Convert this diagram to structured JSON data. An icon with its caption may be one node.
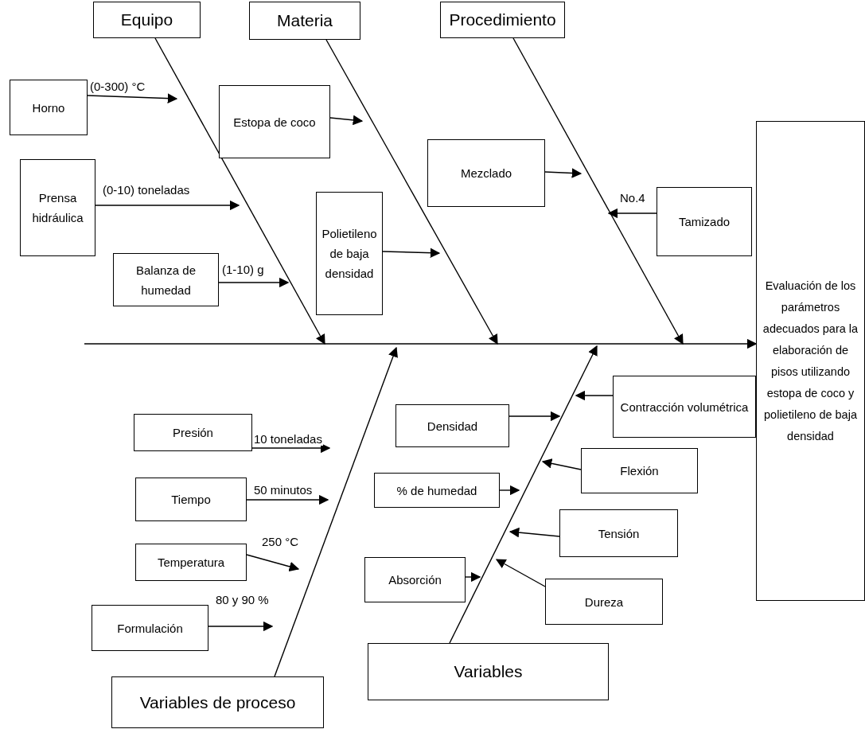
{
  "diagram": {
    "nodes": [
      {
        "text": [
          "Equipo"
        ]
      },
      {
        "text": [
          "Materia"
        ]
      },
      {
        "text": [
          "Procedimiento"
        ]
      },
      {
        "text": [
          "Horno"
        ]
      },
      {
        "text": [
          "Prensa hidráulica"
        ]
      },
      {
        "text": [
          "Balanza de humedad"
        ]
      },
      {
        "text": [
          "Estopa de coco"
        ]
      },
      {
        "text": [
          "Polietileno de baja densidad"
        ]
      },
      {
        "text": [
          "Mezclado"
        ]
      },
      {
        "text": [
          "Tamizado"
        ]
      },
      {
        "text": [
          "Evaluación de los parámetros adecuados para la elaboración de pisos utilizando estopa de coco y polietileno de baja densidad"
        ]
      },
      {
        "text": [
          "Contracción volumétrica"
        ]
      },
      {
        "text": [
          "Densidad"
        ]
      },
      {
        "text": [
          "Flexión"
        ]
      },
      {
        "text": [
          "% de humedad"
        ]
      },
      {
        "text": [
          "Tensión"
        ]
      },
      {
        "text": [
          "Absorción"
        ]
      },
      {
        "text": [
          "Dureza"
        ]
      },
      {
        "text": [
          "Presión"
        ]
      },
      {
        "text": [
          "Tiempo"
        ]
      },
      {
        "text": [
          "Temperatura"
        ]
      },
      {
        "text": [
          "Formulación"
        ]
      },
      {
        "text": [
          "Variables"
        ]
      },
      {
        "text": [
          "Variables de proceso"
        ]
      }
    ],
    "edges": [
      {
        "from": null,
        "to": 10,
        "arrow": "to"
      },
      {
        "from": 0,
        "to": null,
        "arrow": "to"
      },
      {
        "from": 1,
        "to": null,
        "arrow": "to"
      },
      {
        "from": 2,
        "to": null,
        "arrow": "to"
      },
      {
        "from": 23,
        "to": null,
        "arrow": "to"
      },
      {
        "from": 22,
        "to": null,
        "arrow": "to"
      },
      {
        "from": 3,
        "to": null,
        "arrow": "to",
        "label": "(0-300) °C"
      },
      {
        "from": 4,
        "to": null,
        "arrow": "to",
        "label": "(0-10) toneladas"
      },
      {
        "from": 5,
        "to": null,
        "arrow": "to",
        "label": "(1-10) g"
      },
      {
        "from": 6,
        "to": null,
        "arrow": "to"
      },
      {
        "from": 7,
        "to": null,
        "arrow": "to"
      },
      {
        "from": 8,
        "to": null,
        "arrow": "to"
      },
      {
        "from": 9,
        "to": null,
        "arrow": "to",
        "label": "No.4"
      },
      {
        "from": 18,
        "to": null,
        "arrow": "to",
        "label": "10 toneladas"
      },
      {
        "from": 19,
        "to": null,
        "arrow": "to",
        "label": "50 minutos"
      },
      {
        "from": 20,
        "to": null,
        "arrow": "to",
        "label": "250 °C"
      },
      {
        "from": 21,
        "to": null,
        "arrow": "to",
        "label": "80 y 90 %"
      },
      {
        "from": 12,
        "to": null,
        "arrow": "to"
      },
      {
        "from": 14,
        "to": null,
        "arrow": "to"
      },
      {
        "from": 16,
        "to": null,
        "arrow": "to"
      },
      {
        "from": 11,
        "to": null,
        "arrow": "to"
      },
      {
        "from": 13,
        "to": null,
        "arrow": "to"
      },
      {
        "from": 15,
        "to": null,
        "arrow": "to"
      },
      {
        "from": 17,
        "to": null,
        "arrow": "to"
      }
    ]
  }
}
